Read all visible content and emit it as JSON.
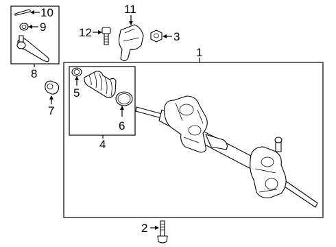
{
  "callouts": {
    "c1": "1",
    "c2": "2",
    "c3": "3",
    "c4": "4",
    "c5": "5",
    "c6": "6",
    "c7": "7",
    "c8": "8",
    "c9": "9",
    "c10": "10",
    "c11": "11",
    "c12": "12"
  },
  "icons": {
    "arrow": "arrow-icon"
  }
}
